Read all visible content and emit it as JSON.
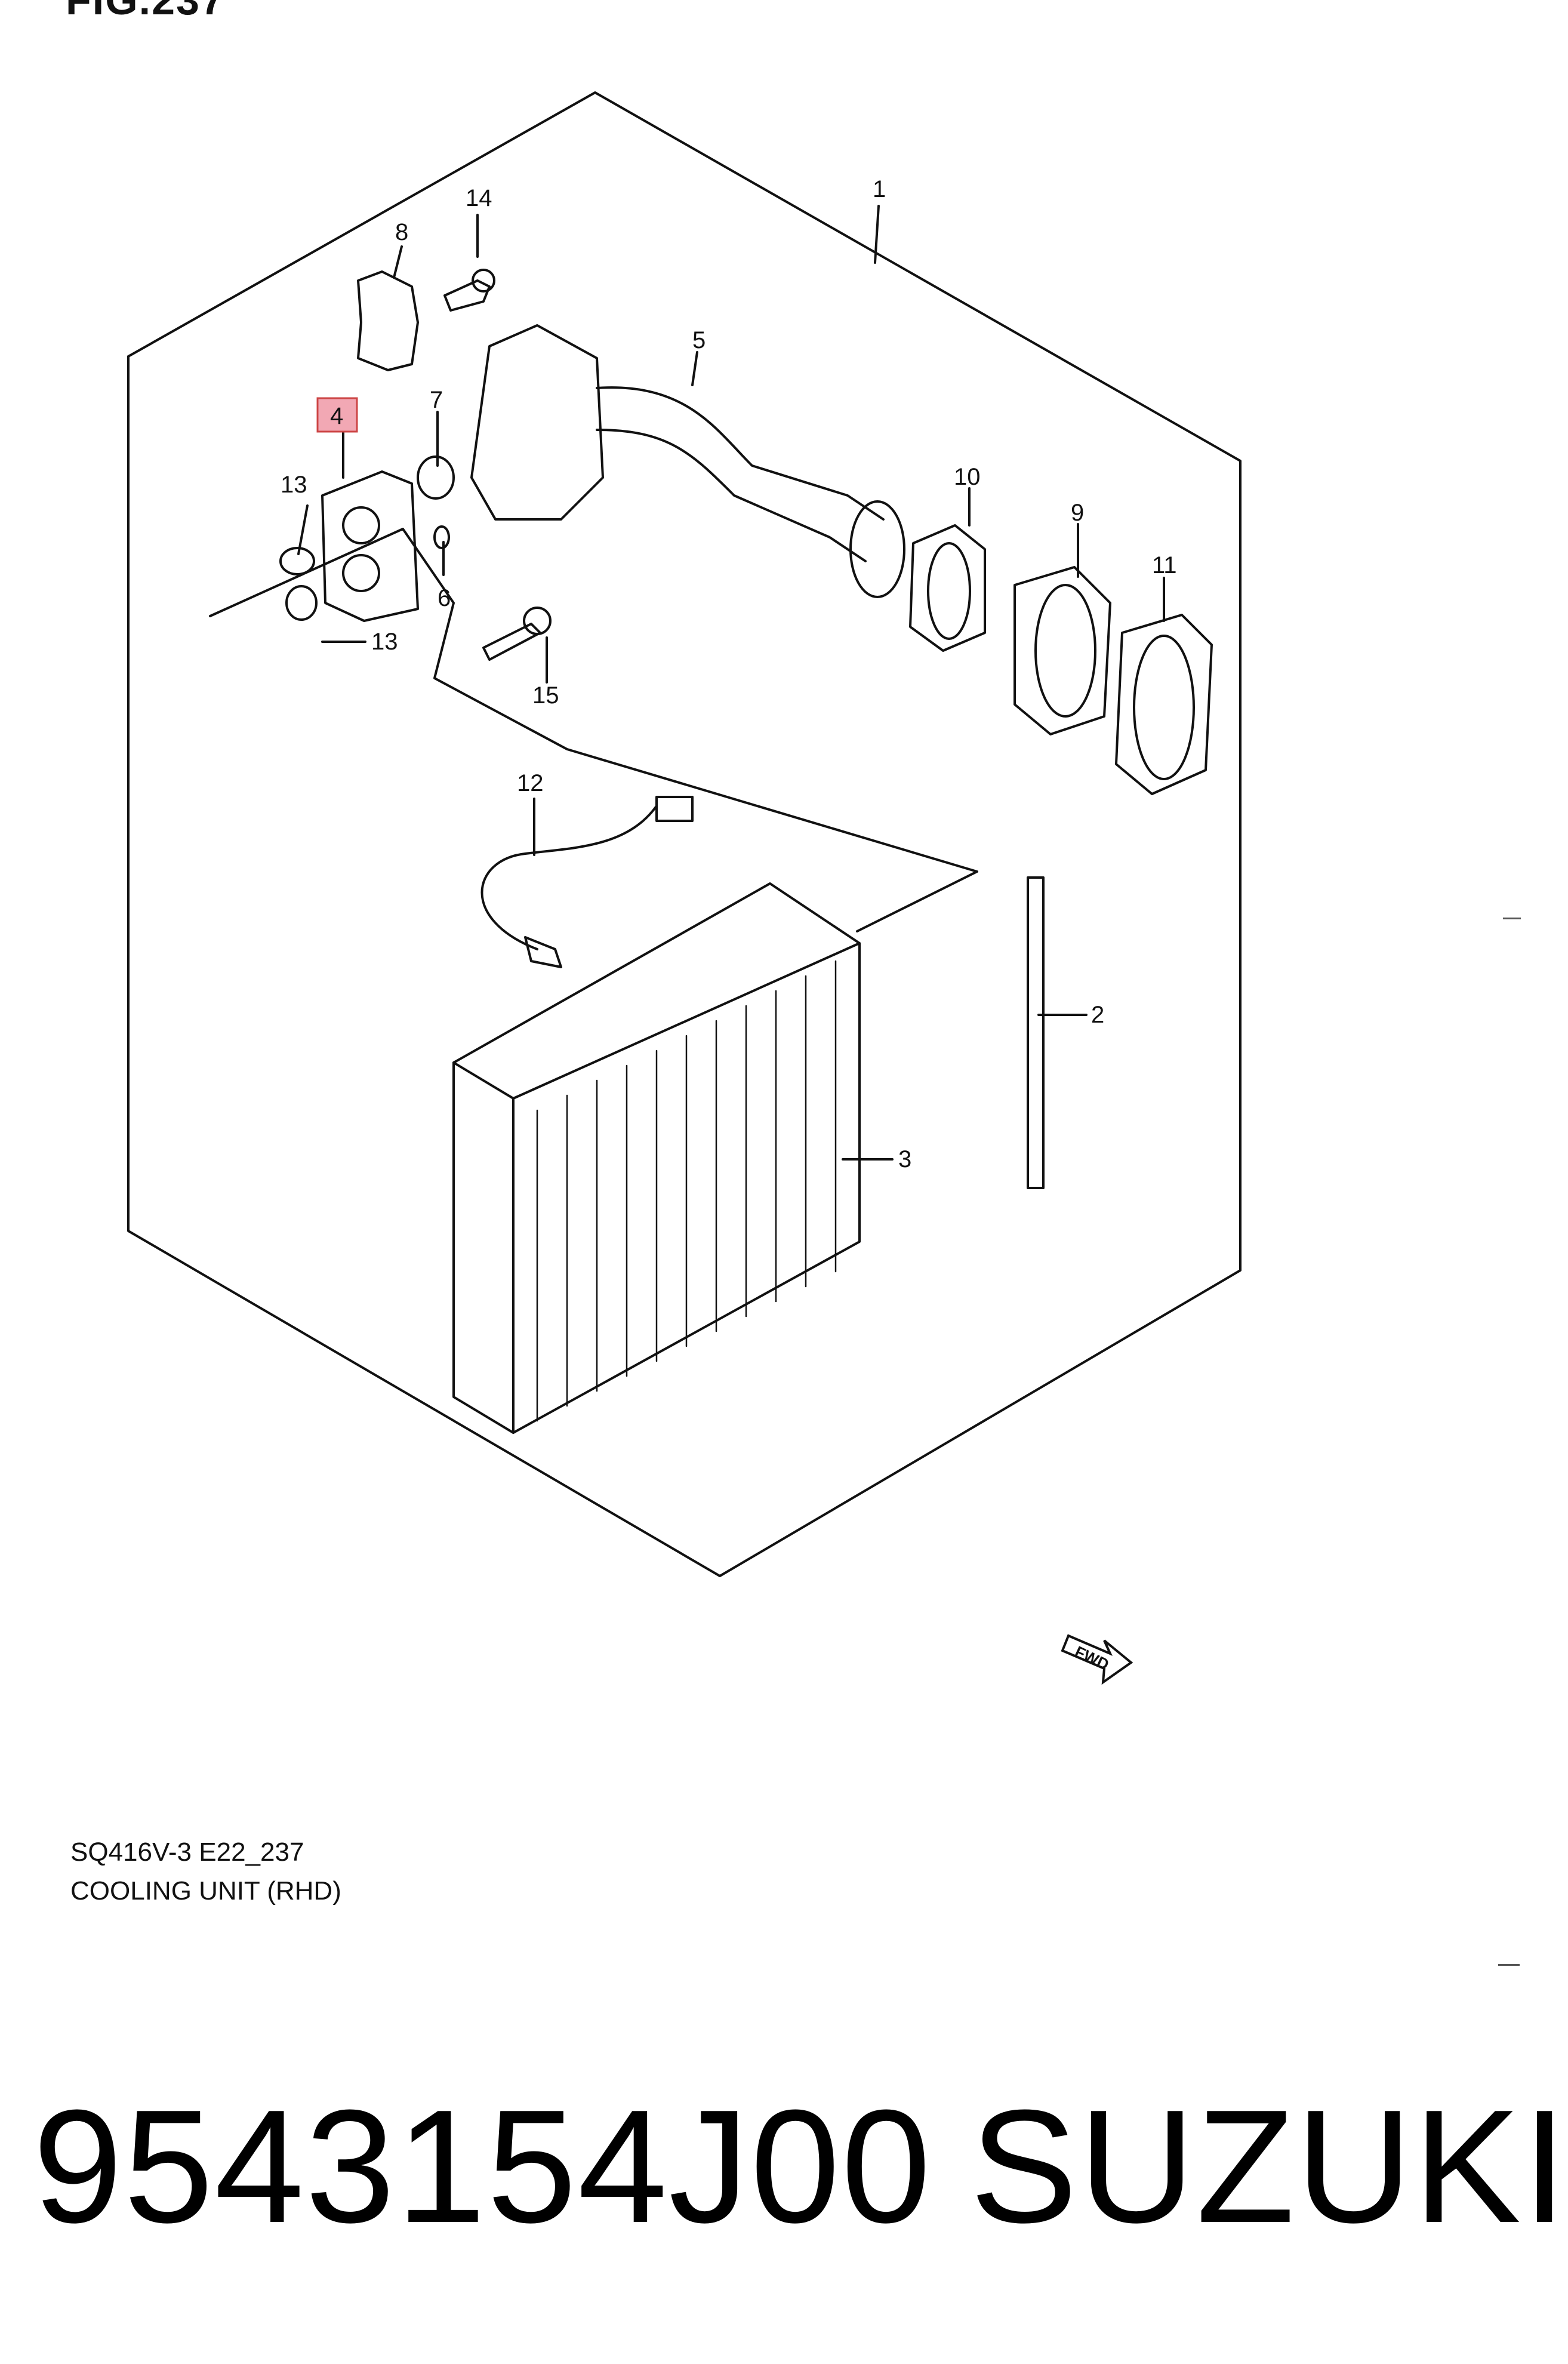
{
  "figure_header": "FIG.237",
  "callouts": {
    "c1": "1",
    "c2": "2",
    "c3": "3",
    "c4": "4",
    "c5": "5",
    "c6": "6",
    "c7": "7",
    "c8": "8",
    "c9": "9",
    "c10": "10",
    "c11": "11",
    "c12": "12",
    "c13a": "13",
    "c13b": "13",
    "c14": "14",
    "c15": "15"
  },
  "fwd_arrow_label": "FWD",
  "caption_model": "SQ416V-3 E22_237",
  "caption_title": "COOLING UNIT (RHD)",
  "part_number": "9543154J00",
  "brand": "SUZUKI",
  "highlight_color": "#f2a8b4"
}
